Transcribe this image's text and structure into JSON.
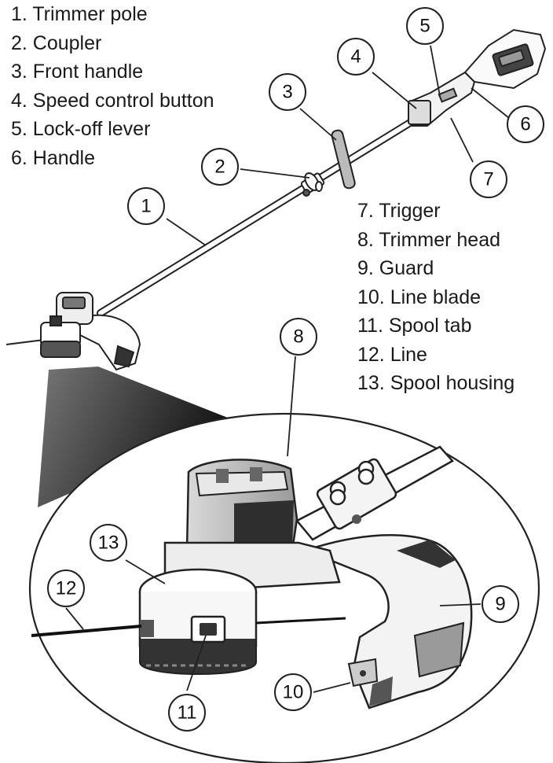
{
  "legend_left": [
    "1. Trimmer pole",
    "2. Coupler",
    "3. Front handle",
    "4. Speed control button",
    "5. Lock-off lever",
    "6. Handle"
  ],
  "legend_right": [
    "7. Trigger",
    "8. Trimmer head",
    "9. Guard",
    "10. Line blade",
    "11. Spool tab",
    "12. Line",
    "13. Spool housing"
  ],
  "callouts": [
    "1",
    "2",
    "3",
    "4",
    "5",
    "6",
    "7",
    "8",
    "9",
    "10",
    "11",
    "12",
    "13"
  ]
}
